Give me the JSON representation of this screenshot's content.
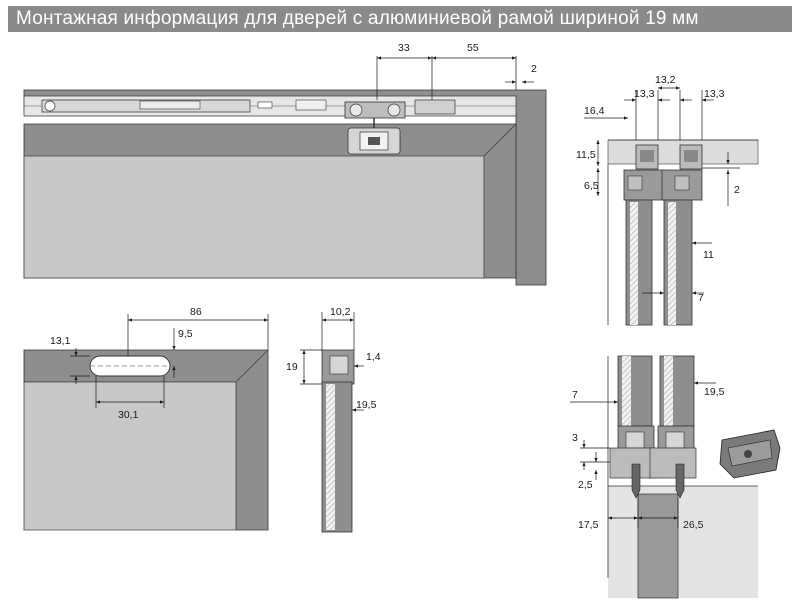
{
  "title": "Монтажная информация для дверей с алюминиевой рамой шириной 19 мм",
  "colors": {
    "title_bg": "#8a8a8a",
    "frame": "#8e8e8e",
    "glass": "#c8c8c8",
    "wall": "#dcdcdc",
    "line": "#1a1a1a"
  },
  "top_view": {
    "dims": [
      "33",
      "55",
      "2"
    ]
  },
  "top_right_view": {
    "dims": [
      "13,3",
      "13,2",
      "13,3",
      "16,4",
      "11,5",
      "6,5",
      "2",
      "11",
      "7"
    ]
  },
  "slot_view": {
    "dims": [
      "86",
      "13,1",
      "9,5",
      "30,1"
    ]
  },
  "profile_view": {
    "dims": [
      "10,2",
      "19",
      "1,4",
      "19,5"
    ]
  },
  "bottom_right_view": {
    "dims": [
      "7",
      "19,5",
      "3",
      "2,5",
      "17,5",
      "26,5"
    ]
  }
}
